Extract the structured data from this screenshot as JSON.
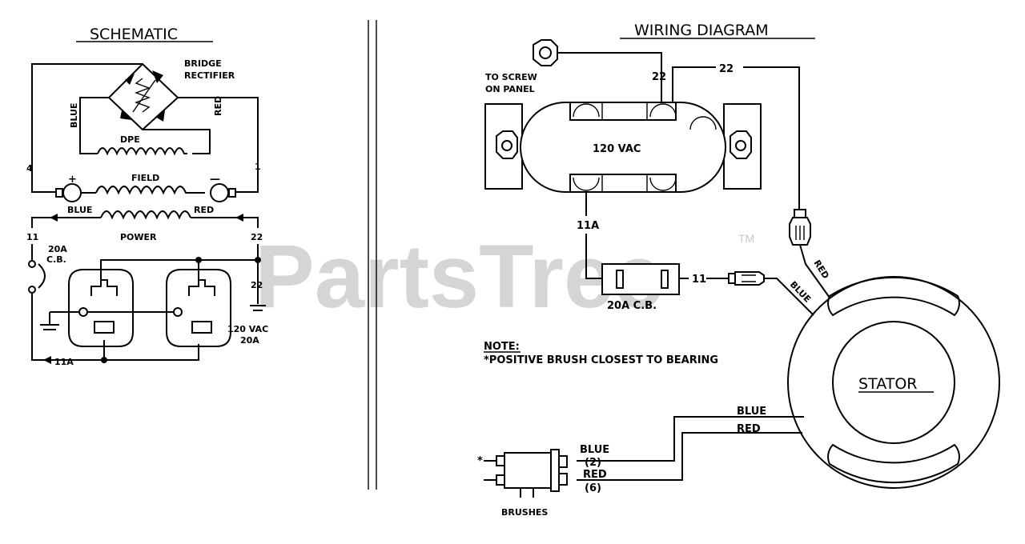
{
  "schematic": {
    "title": "SCHEMATIC",
    "bridge_rectifier": "BRIDGE\nRECTIFIER",
    "blue_vertical": "BLUE",
    "red_vertical": "RED",
    "dpe": "DPE",
    "field": "FIELD",
    "plus": "+",
    "minus": "—",
    "terminal_4": "4",
    "terminal_1": "1",
    "power_blue": "BLUE",
    "power_red": "RED",
    "power": "POWER",
    "wire_11": "11",
    "wire_22_top": "22",
    "wire_22_bottom": "22",
    "breaker_label": "20A\nC.B.",
    "receptacle_label": "120 VAC\n20A",
    "wire_11a": "11A"
  },
  "wiring": {
    "title": "WIRING DIAGRAM",
    "to_screw": "TO SCREW\nON PANEL",
    "wire_22_left": "22",
    "wire_22_top": "22",
    "receptacle": "120 VAC",
    "wire_11a": "11A",
    "breaker": "20A C.B.",
    "wire_11": "11",
    "blue": "BLUE",
    "red": "RED",
    "note_title": "NOTE:",
    "note_text": "*POSITIVE BRUSH CLOSEST TO BEARING",
    "stator": "STATOR",
    "stator_blue": "BLUE",
    "stator_red": "RED",
    "brush_blue": "BLUE",
    "brush_blue_num": "(2)",
    "brush_red": "RED",
    "brush_red_num": "(6)",
    "brush_star": "*",
    "brushes": "BRUSHES"
  },
  "watermark": {
    "text": "PartsTree",
    "tm": "TM"
  }
}
